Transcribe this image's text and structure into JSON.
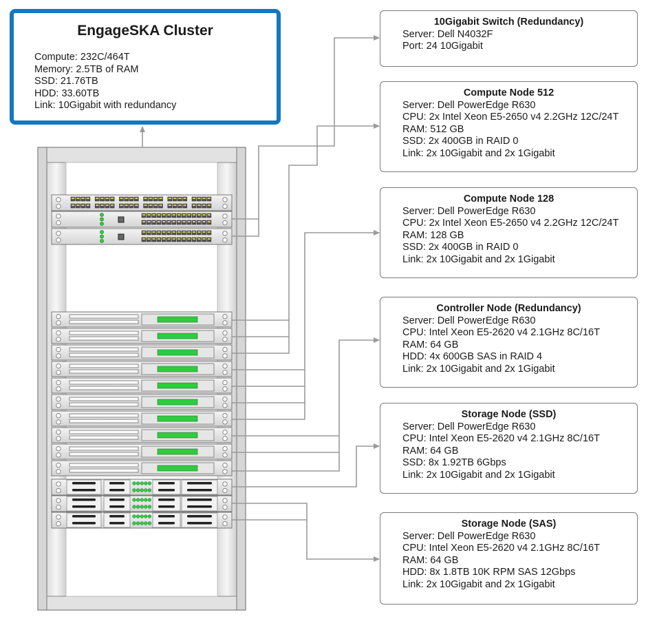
{
  "cluster": {
    "title": "EngageSKA Cluster",
    "lines": [
      "Compute: 232C/464T",
      "Memory: 2.5TB of RAM",
      "SSD: 21.76TB",
      "HDD: 33.60TB",
      "Link: 10Gigabit with redundancy"
    ]
  },
  "nodes": [
    {
      "title": "10Gigabit Switch (Redundancy)",
      "lines": [
        "Server: Dell N4032F",
        "Port: 24 10Gigabit"
      ]
    },
    {
      "title": "Compute Node 512",
      "lines": [
        "Server: Dell PowerEdge R630",
        "CPU: 2x Intel Xeon E5-2650 v4 2.2GHz 12C/24T",
        "RAM: 512 GB",
        "SSD: 2x 400GB in RAID 0",
        "Link: 2x 10Gigabit and 2x 1Gigabit"
      ]
    },
    {
      "title": "Compute Node 128",
      "lines": [
        "Server: Dell PowerEdge R630",
        "CPU: 2x Intel Xeon E5-2650 v4 2.2GHz 12C/24T",
        "RAM: 128 GB",
        "SSD: 2x 400GB in RAID 0",
        "Link: 2x 10Gigabit and 2x 1Gigabit"
      ]
    },
    {
      "title": "Controller Node (Redundancy)",
      "lines": [
        "Server: Dell PowerEdge R630",
        "CPU: Intel Xeon E5-2620 v4 2.1GHz 8C/16T",
        "RAM: 64 GB",
        "HDD: 4x 600GB SAS in RAID 4",
        "Link: 2x 10Gigabit and 2x 1Gigabit"
      ]
    },
    {
      "title": "Storage Node (SSD)",
      "lines": [
        "Server: Dell PowerEdge R630",
        "CPU: Intel Xeon E5-2620 v4 2.1GHz 8C/16T",
        "RAM: 64 GB",
        "SSD: 8x 1.92TB 6Gbps",
        "Link: 2x 10Gigabit and 2x 1Gigabit"
      ]
    },
    {
      "title": "Storage Node (SAS)",
      "lines": [
        "Server: Dell PowerEdge R630",
        "CPU: Intel Xeon E5-2620 v4 2.1GHz 8C/16T",
        "RAM: 64 GB",
        "HDD: 8x 1.8TB 10K RPM SAS 12Gbps",
        "Link: 2x 10Gigabit and 2x 1Gigabit"
      ]
    }
  ],
  "colors": {
    "cluster_border": "#1577c0",
    "led_green": "#2ecc40",
    "connector": "#9a9a9a"
  }
}
